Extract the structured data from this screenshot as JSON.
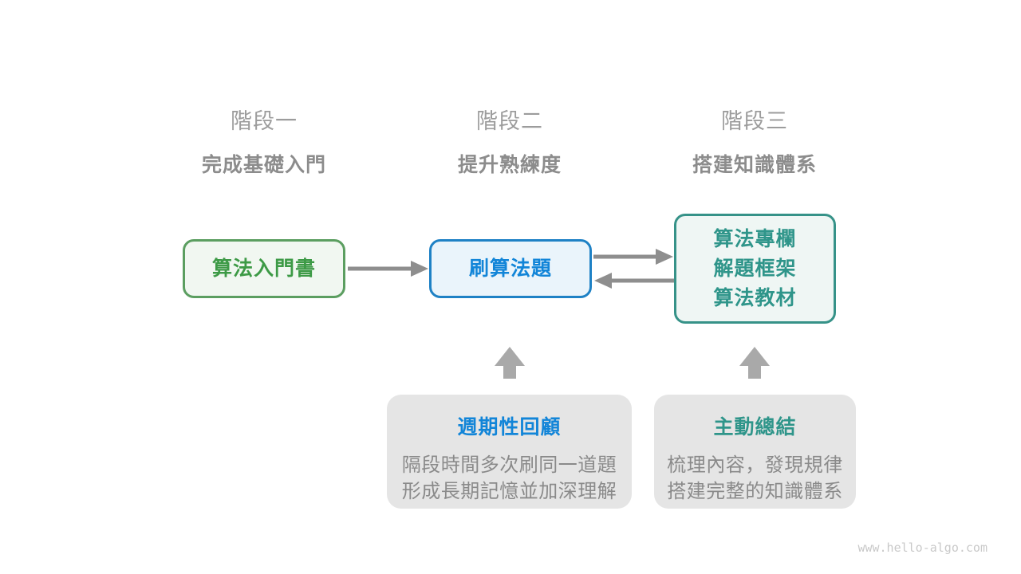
{
  "stages": [
    {
      "title": "階段一",
      "subtitle": "完成基礎入門"
    },
    {
      "title": "階段二",
      "subtitle": "提升熟練度"
    },
    {
      "title": "階段三",
      "subtitle": "搭建知識體系"
    }
  ],
  "flow_nodes": [
    {
      "id": "node-intro-book",
      "lines": [
        "算法入門書"
      ],
      "border_color": "#5b9e60",
      "fill_color": "#f1f7f1",
      "text_color": "#3d9a46"
    },
    {
      "id": "node-practice",
      "lines": [
        "刷算法題"
      ],
      "border_color": "#1e81c5",
      "fill_color": "#eaf4fb",
      "text_color": "#1285d8"
    },
    {
      "id": "node-advanced",
      "lines": [
        "算法專欄",
        "解題框架",
        "算法教材"
      ],
      "border_color": "#369288",
      "fill_color": "#eff6f4",
      "text_color": "#2f958a"
    }
  ],
  "arrows": {
    "horizontal_color": "#8e8e8e",
    "block_up_color": "#a9a9a9",
    "connections": [
      "node-intro-book -> node-practice",
      "node-practice -> node-advanced",
      "node-advanced -> node-practice",
      "callout-review -> node-practice (up)",
      "callout-summary -> node-advanced (up)"
    ]
  },
  "callouts": [
    {
      "id": "callout-review",
      "title": "週期性回顧",
      "title_color": "#1285d8",
      "lines": [
        "隔段時間多次刷同一道題",
        "形成長期記憶並加深理解"
      ]
    },
    {
      "id": "callout-summary",
      "title": "主動總結",
      "title_color": "#2f958a",
      "lines": [
        "梳理內容，發現規律",
        "搭建完整的知識體系"
      ]
    }
  ],
  "watermark": "www.hello-algo.com",
  "colors": {
    "background": "#ffffff",
    "stage_title_gray": "#9c9c9c",
    "stage_subtitle_gray": "#8c8c8c",
    "callout_bg": "#e5e5e5",
    "callout_body_gray": "#8a8a8a",
    "watermark_gray": "#c9c9c9"
  }
}
